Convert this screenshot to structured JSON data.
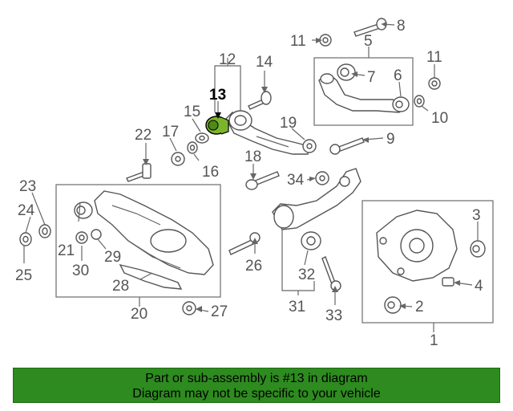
{
  "highlight": {
    "callout": "13",
    "color": "#000000",
    "part_fill": "#7ab52c"
  },
  "banner": {
    "line1": "Part or sub-assembly is #13 in diagram",
    "line2": "Diagram may not be specific to your vehicle",
    "bg_color": "#2e8b1f"
  },
  "callouts": [
    "1",
    "2",
    "3",
    "4",
    "5",
    "6",
    "7",
    "8",
    "9",
    "10",
    "11",
    "11",
    "12",
    "13",
    "14",
    "15",
    "16",
    "17",
    "18",
    "19",
    "20",
    "21",
    "22",
    "23",
    "24",
    "25",
    "26",
    "27",
    "28",
    "29",
    "30",
    "31",
    "32",
    "33",
    "34"
  ]
}
